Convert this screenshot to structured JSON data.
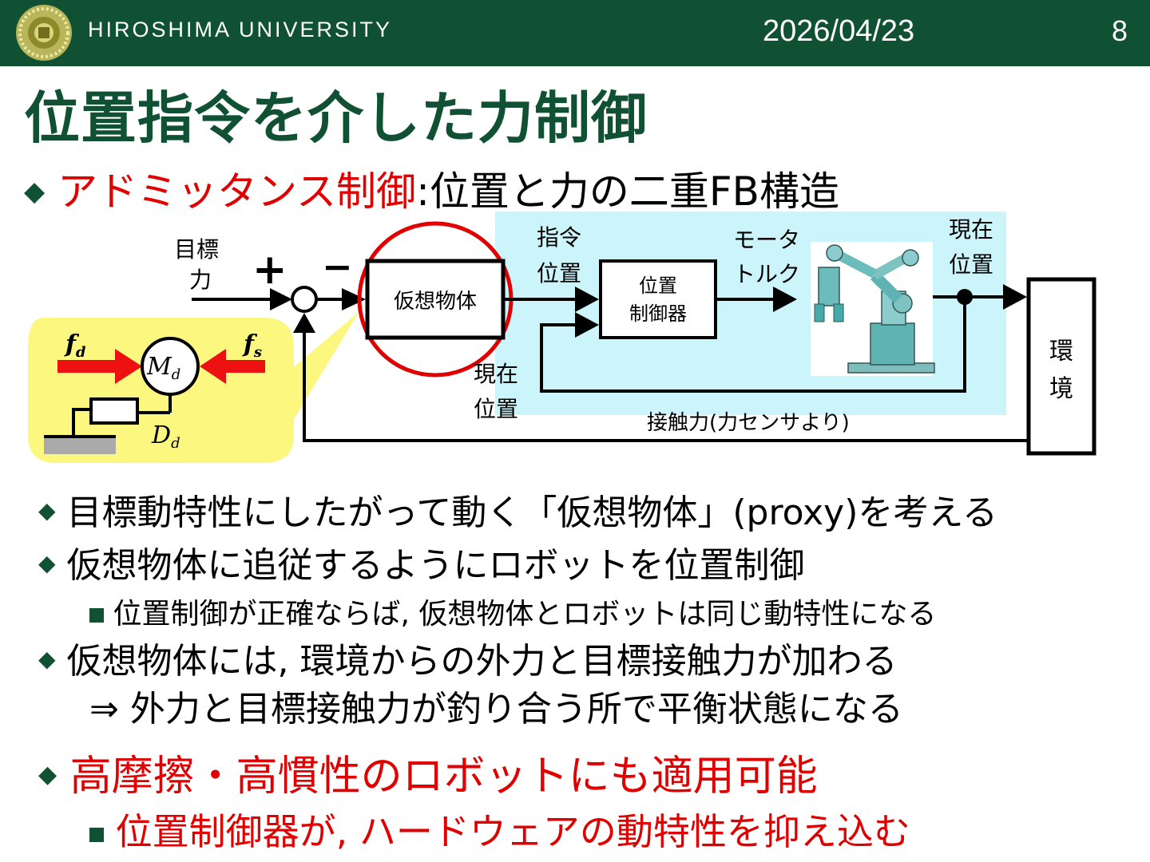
{
  "header": {
    "university": "HIROSHIMA UNIVERSITY",
    "date": "2026/04/23",
    "page": "8",
    "colors": {
      "bar": "#0f5132",
      "text": "#ffffff"
    }
  },
  "slide": {
    "title": "位置指令を介した力制御",
    "main_point": {
      "highlight": "アドミッタンス制御",
      "rest": ":位置と力の二重FB構造"
    },
    "bullets": [
      {
        "text": "目標動特性にしたがって動く「仮想物体」(proxy)を考える"
      },
      {
        "text": "仮想物体に追従するようにロボットを位置制御",
        "sub": "位置制御が正確ならば, 仮想物体とロボットは同じ動特性になる"
      },
      {
        "text": "仮想物体には, 環境からの外力と目標接触力が加わる",
        "cont": "⇒ 外力と目標接触力が釣り合う所で平衡状態になる"
      }
    ],
    "red_bullet": {
      "text": "高摩擦・高慣性のロボットにも適用可能",
      "sub": "位置制御器が, ハードウェアの動特性を抑え込む"
    }
  },
  "diagram": {
    "input_label_1": "目標",
    "input_label_2": "力",
    "plus": "+",
    "minus": "−",
    "virtual_object": "仮想物体",
    "cmd_pos_1": "指令",
    "cmd_pos_2": "位置",
    "pos_ctrl_1": "位置",
    "pos_ctrl_2": "制御器",
    "motor_1": "モータ",
    "motor_2": "トルク",
    "cur_pos_top_1": "現在",
    "cur_pos_top_2": "位置",
    "cur_pos_fb_1": "現在",
    "cur_pos_fb_2": "位置",
    "env_1": "環",
    "env_2": "境",
    "contact_force": "接触力(力センサより)",
    "inset": {
      "fd": "f",
      "fd_sub": "d",
      "fs": "f",
      "fs_sub": "s",
      "mass": "M",
      "mass_sub": "d",
      "damper": "D",
      "damper_sub": "d"
    },
    "colors": {
      "inner_loop_bg": "#ccf5fb",
      "inset_bg": "#fbf77f",
      "circle": "#e00000",
      "arrow_red": "#ee1111",
      "robot": "#5fb3b3"
    }
  }
}
